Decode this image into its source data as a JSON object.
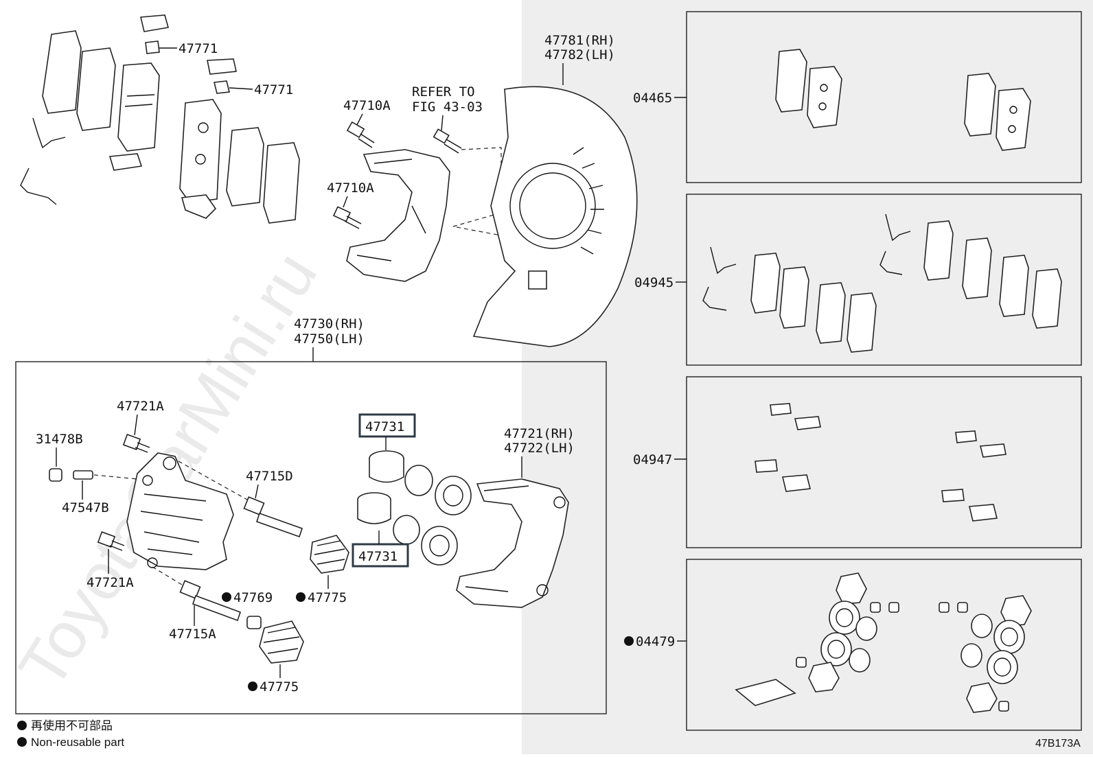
{
  "parts": {
    "p47771_a": "47771",
    "p47771_b": "47771",
    "p47710a_a": "47710A",
    "p47710a_b": "47710A",
    "refer_line1": "REFER TO",
    "refer_line2": "FIG 43-03",
    "p47781": "47781(RH)",
    "p47782": "47782(LH)",
    "p47730": "47730(RH)",
    "p47750": "47750(LH)",
    "p47721a_a": "47721A",
    "p31478b": "31478B",
    "p47547b": "47547B",
    "p47715d": "47715D",
    "p47731_a": "47731",
    "p47731_b": "47731",
    "p47721": "47721(RH)",
    "p47722": "47722(LH)",
    "p47721a_b": "47721A",
    "p47769": "47769",
    "p47775_a": "47775",
    "p47715a": "47715A",
    "p47775_b": "47775"
  },
  "kits": {
    "k04465": "04465",
    "k04945": "04945",
    "k04947": "04947",
    "k04479": "04479"
  },
  "legend": {
    "line1": "再使用不可部品",
    "line2": "Non-reusable part"
  },
  "figure_code": "47B173A",
  "watermark": "ToyotaCarMini.ru",
  "colors": {
    "highlight_box": "#2e3a44",
    "right_panel_bg": "#eeeeee"
  }
}
